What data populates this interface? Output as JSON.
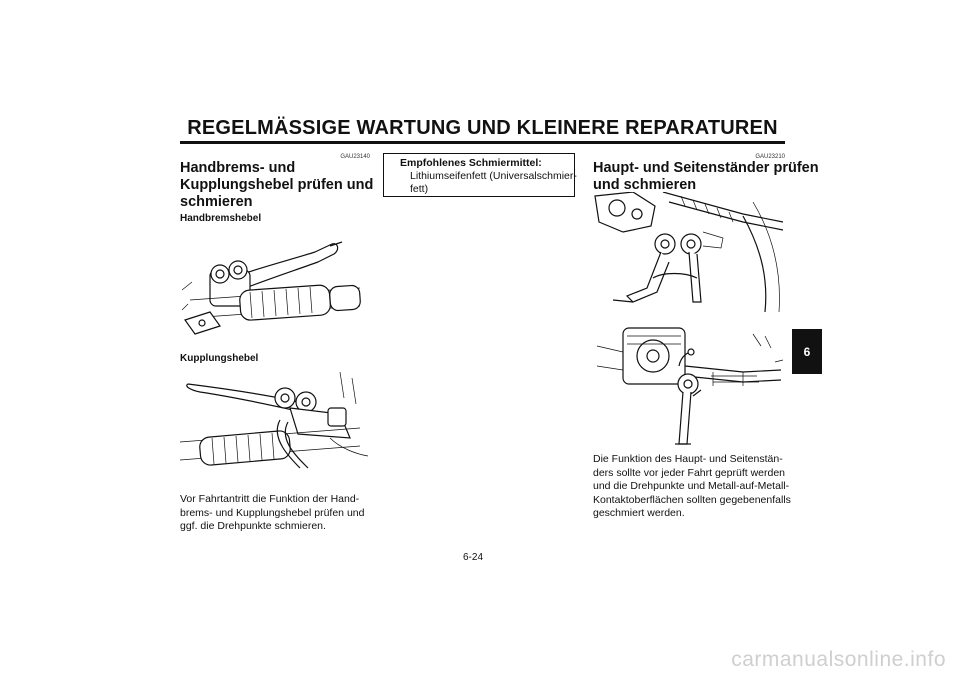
{
  "header": {
    "title": "REGELMÄSSIGE WARTUNG UND KLEINERE REPARATUREN"
  },
  "chapter_tab": {
    "label": "6"
  },
  "left": {
    "code": "GAU23140",
    "heading_lines": [
      "Handbrems- und",
      "Kupplungshebel prüfen und",
      "schmieren"
    ],
    "sub1": "Handbremshebel",
    "sub2": "Kupplungshebel",
    "text_lines": [
      "Vor Fahrtantritt die Funktion der Hand-",
      "brems- und Kupplungshebel prüfen und",
      "ggf. die Drehpunkte schmieren."
    ]
  },
  "middle": {
    "box_title": "Empfohlenes Schmiermittel:",
    "box_lines": [
      "Lithiumseifenfett (Universalschmier-",
      "fett)"
    ]
  },
  "right": {
    "code": "GAU23210",
    "heading_lines": [
      "Haupt- und Seitenständer prüfen",
      "und schmieren"
    ],
    "text_lines": [
      "Die Funktion des Haupt- und Seitenstän-",
      "ders sollte vor jeder Fahrt geprüft werden",
      "und die Drehpunkte und Metall-auf-Metall-",
      "Kontaktoberflächen sollten gegebenenfalls",
      "geschmiert werden."
    ]
  },
  "footer": {
    "page_number": "6-24"
  },
  "watermark": {
    "text": "carmanualsonline.info"
  }
}
